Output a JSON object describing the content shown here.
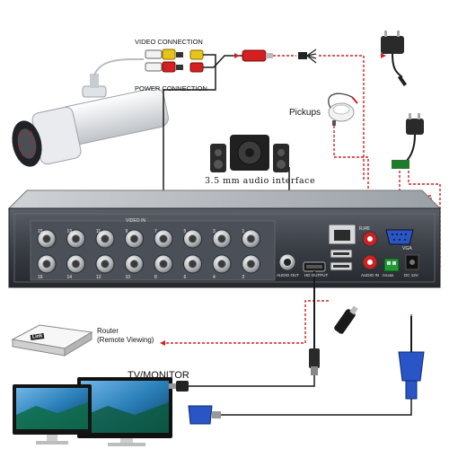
{
  "diagram": {
    "labels": {
      "video_connection": "VIDEO CONNECTION",
      "power_connection": "POWER CONNECTION",
      "pickups": "Pickups",
      "audio_interface": "3.5 mm audio interface",
      "video_in": "VIDEO IN",
      "audio_out": "AUDIO OUT",
      "hd_output": "HD OUTPUT",
      "rj45": "RJ45",
      "audio_in": "AUDIO IN",
      "vga": "VGA",
      "dc12v": "DC 12V",
      "rs485": "RS485",
      "router": "Router",
      "router_sub": "(Remote Viewing)",
      "link_logo": "Link",
      "tv_monitor": "TV/MONITOR"
    },
    "bnc_numbers_top": [
      "15",
      "13",
      "11",
      "9",
      "7",
      "5",
      "3",
      "1"
    ],
    "bnc_numbers_bottom": [
      "16",
      "14",
      "12",
      "10",
      "8",
      "6",
      "4",
      "2"
    ],
    "colors": {
      "cable_red": "#d42020",
      "cable_black": "#1a1a1a",
      "dvr_body": "#2b2f36",
      "dvr_panel": "#4a4f58",
      "bnc_silver": "#c9ccd0"
    },
    "icons": [
      "camera-icon",
      "power-adapter-icon",
      "speaker-icon",
      "microphone-icon",
      "router-icon",
      "usb-mouse-icon",
      "monitor-icon",
      "hdmi-plug-icon",
      "vga-plug-icon"
    ]
  }
}
